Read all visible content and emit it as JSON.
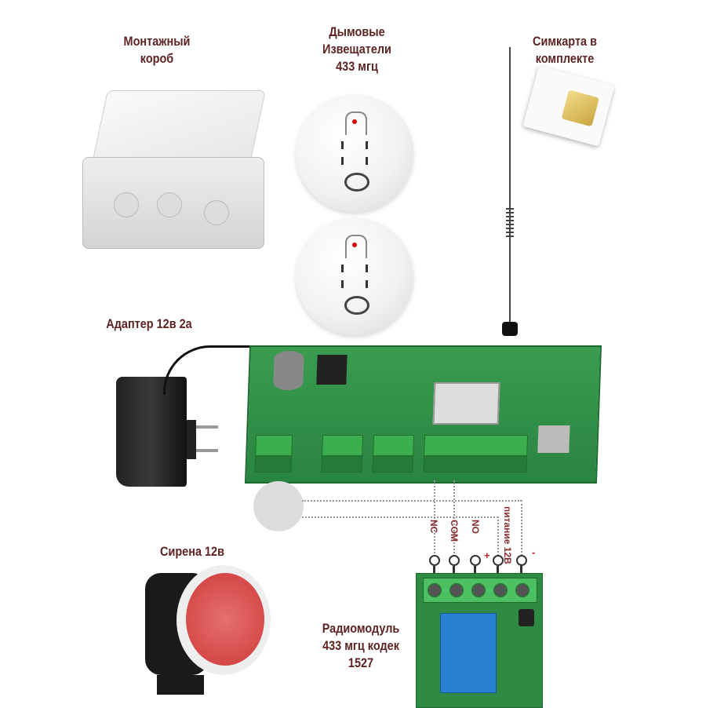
{
  "labels": {
    "junction_box": [
      "Монтажный",
      "короб"
    ],
    "smoke_detectors": [
      "Дымовые",
      "Извещатели",
      "433 мгц"
    ],
    "sim_card": [
      "Симкарта в",
      "комплекте"
    ],
    "adapter": "Адаптер 12в 2а",
    "siren": "Сирена 12в",
    "radio_module": [
      "Радиомодуль",
      "433 мгц кодек",
      "1527"
    ]
  },
  "wire_labels": {
    "nc": "NC",
    "com": "COM",
    "no": "NO",
    "power": "питание 12В",
    "plus": "+",
    "minus": "-"
  },
  "colors": {
    "label": "#5e2424",
    "board": "#2f8f45",
    "relay": "#2b7fd0"
  }
}
